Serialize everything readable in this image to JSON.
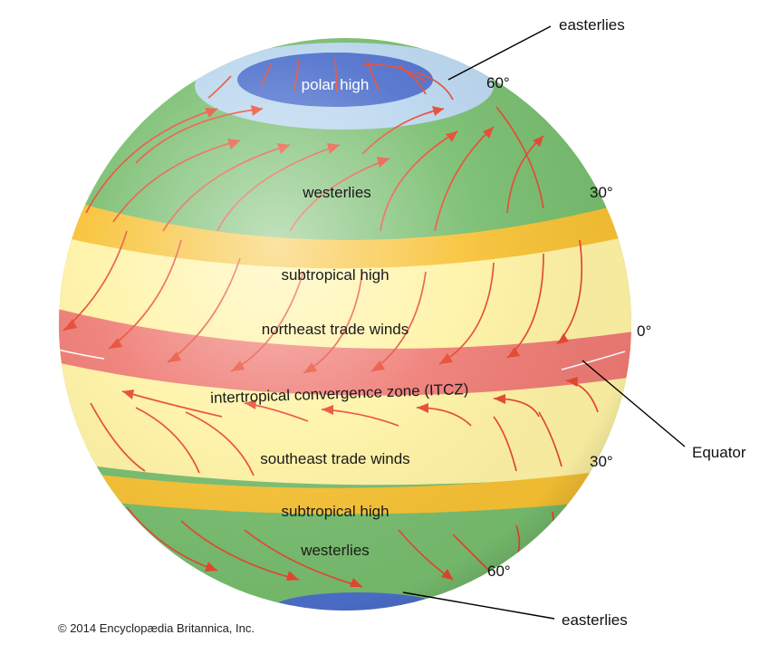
{
  "bands": {
    "polar_high": "polar high",
    "westerlies_north": "westerlies",
    "subtropical_high_north": "subtropical high",
    "ne_trades": "northeast trade winds",
    "itcz": "intertropical convergence zone (ITCZ)",
    "se_trades": "southeast trade winds",
    "subtropical_high_south": "subtropical high",
    "westerlies_south": "westerlies"
  },
  "callouts": {
    "easterlies_top": "easterlies",
    "equator": "Equator",
    "easterlies_bottom": "easterlies"
  },
  "latitudes": {
    "lat60_north": "60°",
    "lat30_north": "30°",
    "lat0": "0°",
    "lat30_south": "30°",
    "lat60_south": "60°"
  },
  "credit": "© 2014 Encyclopædia Britannica, Inc.",
  "colors": {
    "polar_blue": "#4d6fcc",
    "light_blue": "#b9d6ee",
    "green": "#77bd6e",
    "gold": "#f7c132",
    "yellow": "#fff3a4",
    "itcz_red": "#ef7b74",
    "arrow_red": "#e8472f"
  }
}
